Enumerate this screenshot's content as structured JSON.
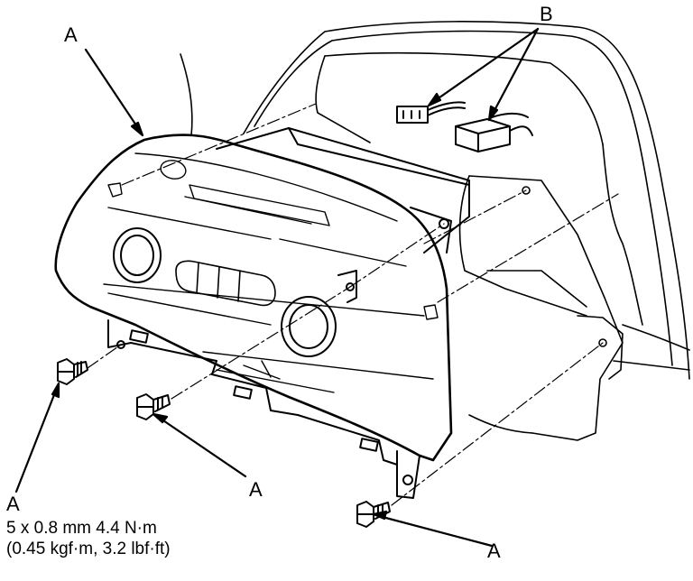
{
  "callouts": {
    "a_top": "A",
    "b_top": "B",
    "a_bottom_left": "A",
    "a_middle": "A",
    "a_bottom_right": "A"
  },
  "spec": {
    "size": "5 x 0.8 mm 4.4 N·m",
    "torque": "(0.45 kgf·m, 3.2 lbf·ft)"
  },
  "colors": {
    "line": "#000000",
    "background": "#ffffff"
  }
}
